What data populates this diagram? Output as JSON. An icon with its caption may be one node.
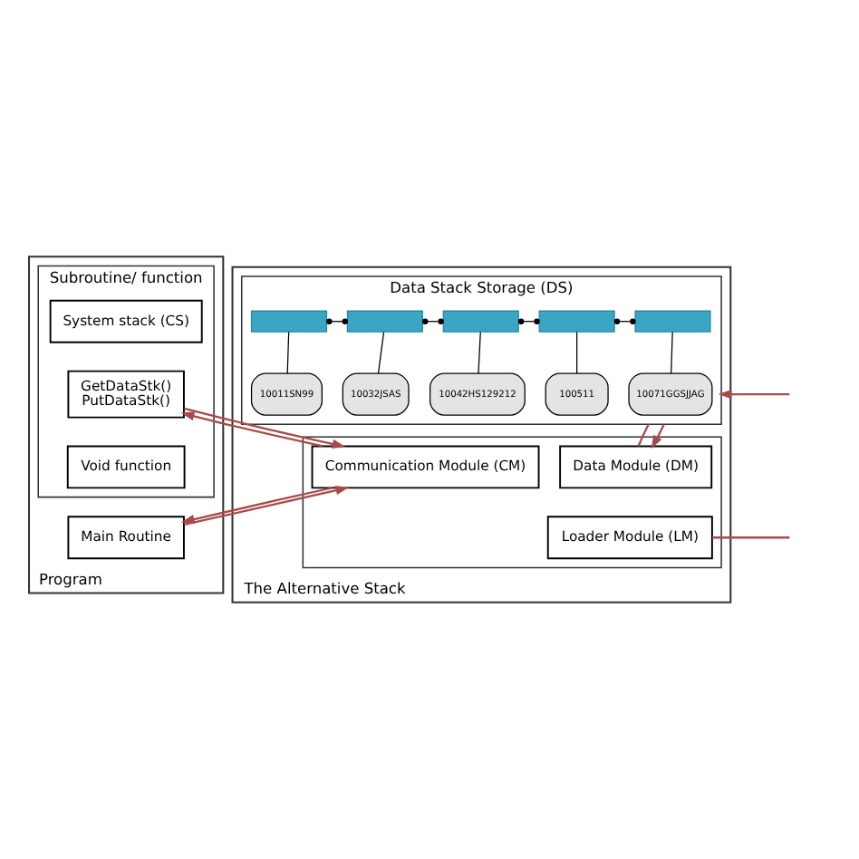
{
  "diagram": {
    "nodes": [
      {
        "text": [
          "Program"
        ]
      },
      {
        "text": [
          "Subroutine/ function"
        ],
        "in": 0
      },
      {
        "text": [
          "System stack (CS)"
        ],
        "in": 1
      },
      {
        "text": [
          "GetDataStk()",
          "PutDataStk()"
        ],
        "in": 1
      },
      {
        "text": [
          "Void function"
        ],
        "in": 1
      },
      {
        "text": [
          "Main Routine"
        ],
        "in": 0
      },
      {
        "text": [
          "The Alternative Stack"
        ]
      },
      {
        "text": [
          "Data Stack Storage (DS)"
        ],
        "in": 6
      },
      {
        "text": [],
        "shape": "box",
        "in": 7
      },
      {
        "text": [],
        "shape": "box",
        "in": 7
      },
      {
        "text": [],
        "shape": "box",
        "in": 7
      },
      {
        "text": [],
        "shape": "box",
        "in": 7
      },
      {
        "text": [],
        "shape": "box",
        "in": 7
      },
      {
        "text": [
          "10011SN99"
        ],
        "in": 7
      },
      {
        "text": [
          "10032JSAS"
        ],
        "in": 7
      },
      {
        "text": [
          "10042HS129212"
        ],
        "in": 7
      },
      {
        "text": [
          "100511"
        ],
        "in": 7
      },
      {
        "text": [
          "10071GGSJJAG"
        ],
        "in": 7
      },
      {
        "text": [],
        "shape": "box",
        "in": 6
      },
      {
        "text": [
          "Communication Module (CM)"
        ],
        "in": 18
      },
      {
        "text": [
          "Data Module (DM)"
        ],
        "in": 18
      },
      {
        "text": [
          "Loader Module (LM)"
        ],
        "in": 18
      }
    ],
    "edges": [
      {
        "from": 8,
        "to": 9,
        "arrow": "other"
      },
      {
        "from": 9,
        "to": 10,
        "arrow": "other"
      },
      {
        "from": 10,
        "to": 11,
        "arrow": "other"
      },
      {
        "from": 11,
        "to": 12,
        "arrow": "other"
      },
      {
        "from": 8,
        "to": 13,
        "arrow": "none"
      },
      {
        "from": 9,
        "to": 14,
        "arrow": "none"
      },
      {
        "from": 10,
        "to": 15,
        "arrow": "none"
      },
      {
        "from": 11,
        "to": 16,
        "arrow": "none"
      },
      {
        "from": 12,
        "to": 17,
        "arrow": "none"
      },
      {
        "from": null,
        "to": 7,
        "arrow": "to",
        "color": "#a84a4a"
      },
      {
        "from": 20,
        "to": 7,
        "arrow": "none",
        "color": "#a84a4a"
      },
      {
        "from": 7,
        "to": 20,
        "arrow": "to",
        "color": "#a84a4a"
      },
      {
        "from": 19,
        "to": 3,
        "arrow": "to",
        "color": "#a84a4a"
      },
      {
        "from": 3,
        "to": 19,
        "arrow": "to",
        "color": "#a84a4a"
      },
      {
        "from": 5,
        "to": 19,
        "arrow": "to",
        "color": "#a84a4a"
      },
      {
        "from": 19,
        "to": 5,
        "arrow": "to",
        "color": "#a84a4a"
      },
      {
        "from": 21,
        "to": null,
        "arrow": "none",
        "color": "#a84a4a"
      }
    ]
  }
}
